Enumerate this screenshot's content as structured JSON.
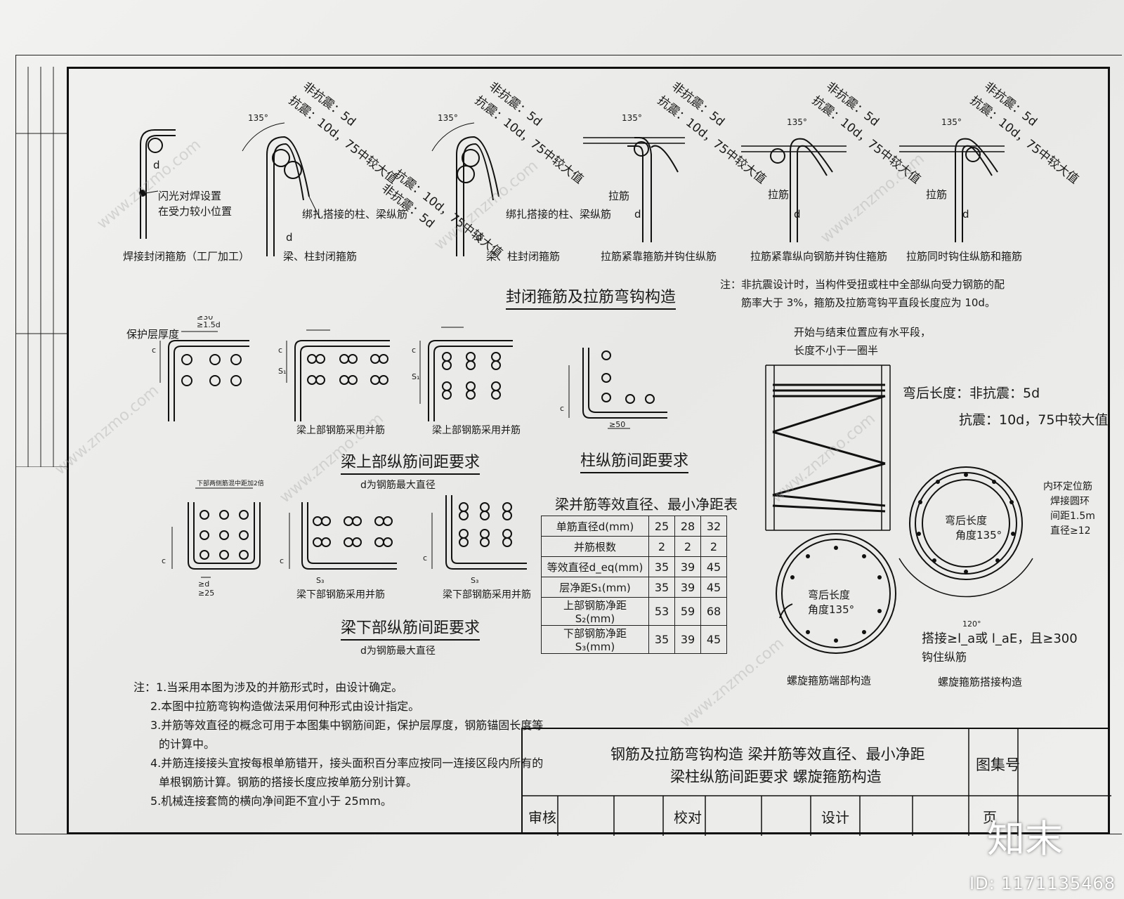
{
  "hooks": {
    "h1": {
      "label": "焊接封闭箍筋（工厂加工）",
      "note1": "闪光对焊设置",
      "note2": "在受力较小位置",
      "dim": "d"
    },
    "h2": {
      "label": "梁、柱封闭箍筋",
      "tie": "绑扎搭接的柱、梁纵筋",
      "l1": "非抗震：5d",
      "l2": "抗震：10d，75中较大值",
      "angle": "135°",
      "dim": "d"
    },
    "h3": {
      "label": "梁、柱封闭箍筋",
      "tie": "绑扎搭接的柱、梁纵筋",
      "l1": "非抗震：5d",
      "l2": "抗震：10d，75中较大值",
      "l3": "抗震：10d，75中较大值",
      "l4": "非抗震：5d",
      "angle": "135°",
      "dim": "d"
    },
    "h4": {
      "label": "拉筋紧靠箍筋并钩住纵筋",
      "tie": "拉筋",
      "l1": "非抗震：5d",
      "l2": "抗震：10d，75中较大值",
      "angle": "135°",
      "dim": "d"
    },
    "h5": {
      "label": "拉筋紧靠纵向钢筋并钩住箍筋",
      "tie": "拉筋",
      "l1": "非抗震：5d",
      "l2": "抗震：10d，75中较大值",
      "angle": "135°",
      "dim": "d"
    },
    "h6": {
      "label": "拉筋同时钩住纵筋和箍筋",
      "tie": "拉筋",
      "l1": "非抗震：5d",
      "l2": "抗震：10d，75中较大值",
      "angle": "135°",
      "dim": "d"
    }
  },
  "section1_title": "封闭箍筋及拉筋弯钩构造",
  "note_top": {
    "line1": "注：非抗震设计时，当构件受扭或柱中全部纵向受力钢筋的配",
    "line2": "筋率大于 3%，箍筋及拉筋弯钩平直段长度应为 10d。"
  },
  "beam_top": {
    "cover": "保护层厚度",
    "d1": "≥30",
    "d2": "≥1.5d",
    "c": "c",
    "s": "S₁",
    "cap1": "梁上部钢筋采用并筋",
    "cap2": "梁上部钢筋采用并筋",
    "title": "梁上部纵筋间距要求",
    "sub": "d为钢筋最大直径"
  },
  "column": {
    "title": "柱纵筋间距要求",
    "dim": "≥50",
    "c": "c"
  },
  "beam_bottom": {
    "top_note": "下部两侧筋混中距加2倍",
    "d1": "≥d",
    "d2": "≥25",
    "c": "c",
    "s": "S₃",
    "cap1": "梁下部钢筋采用并筋",
    "cap2": "梁下部钢筋采用并筋",
    "title": "梁下部纵筋间距要求",
    "sub": "d为钢筋最大直径"
  },
  "table": {
    "title": "梁并筋等效直径、最小净距表",
    "rows": [
      {
        "h": "单筋直径d(mm)",
        "v": [
          "25",
          "28",
          "32"
        ]
      },
      {
        "h": "并筋根数",
        "v": [
          "2",
          "2",
          "2"
        ]
      },
      {
        "h": "等效直径d_eq(mm)",
        "v": [
          "35",
          "39",
          "45"
        ]
      },
      {
        "h": "层净距S₁(mm)",
        "v": [
          "35",
          "39",
          "45"
        ]
      },
      {
        "h": "上部钢筋净距S₂(mm)",
        "v": [
          "53",
          "59",
          "68"
        ]
      },
      {
        "h": "下部钢筋净距S₃(mm)",
        "v": [
          "35",
          "39",
          "45"
        ]
      }
    ]
  },
  "spiral": {
    "top1": "开始与结束位置应有水平段，",
    "top2": "长度不小于一圈半",
    "bend1": "弯后长度：非抗震：5d",
    "bend2": "抗震：10d，75中较大值",
    "end_inner1": "弯后长度",
    "end_inner2": "角度135°",
    "end_caption": "螺旋箍筋端部构造",
    "lap_inner1": "弯后长度",
    "lap_inner2": "角度135°",
    "lap_angle": "120°",
    "ring1": "内环定位筋",
    "ring2": "焊接圆环",
    "ring3": "间距1.5m",
    "ring4": "直径≥12",
    "lap1": "搭接≥l_a或 l_aE，且≥300",
    "lap2": "钩住纵筋",
    "lap_caption": "螺旋箍筋搭接构造"
  },
  "notes": [
    "注：1.当采用本图为涉及的并筋形式时，由设计确定。",
    "2.本图中拉筋弯钩构造做法采用何种形式由设计指定。",
    "3.并筋等效直径的概念可用于本图集中钢筋间距，保护层厚度，钢筋锚固长度等",
    "的计算中。",
    "4.并筋连接接头宜按每根单筋错开，接头面积百分率应按同一连接区段内所有的",
    "单根钢筋计算。钢筋的搭接长度应按单筋分别计算。",
    "5.机械连接套筒的横向净间距不宜小于 25mm。"
  ],
  "titleblock": {
    "line1": "钢筋及拉筋弯钩构造  梁并筋等效直径、最小净距",
    "line2": "梁柱纵筋间距要求  螺旋箍筋构造",
    "atlas": "图集号",
    "review": "审核",
    "check": "校对",
    "design": "设计",
    "page": "页"
  },
  "watermark": {
    "text": "www.znzmo.com",
    "logo": "知末",
    "id": "ID: 1171135468"
  }
}
